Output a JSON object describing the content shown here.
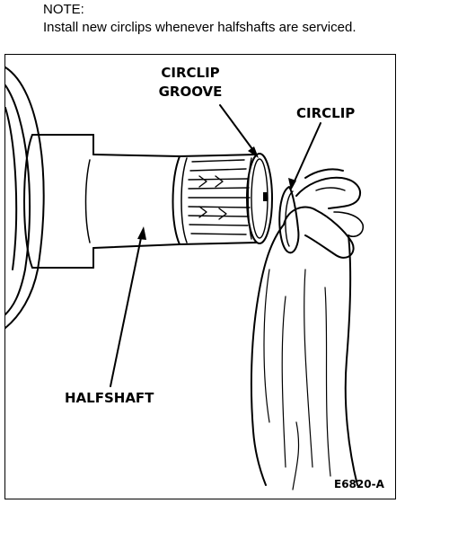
{
  "note": {
    "heading": "NOTE:",
    "text": "Install new circlips whenever halfshafts are serviced."
  },
  "figure": {
    "labels": {
      "circlip_groove_line1": "CIRCLIP",
      "circlip_groove_line2": "GROOVE",
      "circlip": "CIRCLIP",
      "halfshaft": "HALFSHAFT"
    },
    "figure_code": "E6820-A",
    "icons": [
      "halfshaft-drawing",
      "circlip-drawing",
      "hand-drawing"
    ],
    "colors": {
      "ink": "#000000",
      "background": "#ffffff"
    }
  }
}
